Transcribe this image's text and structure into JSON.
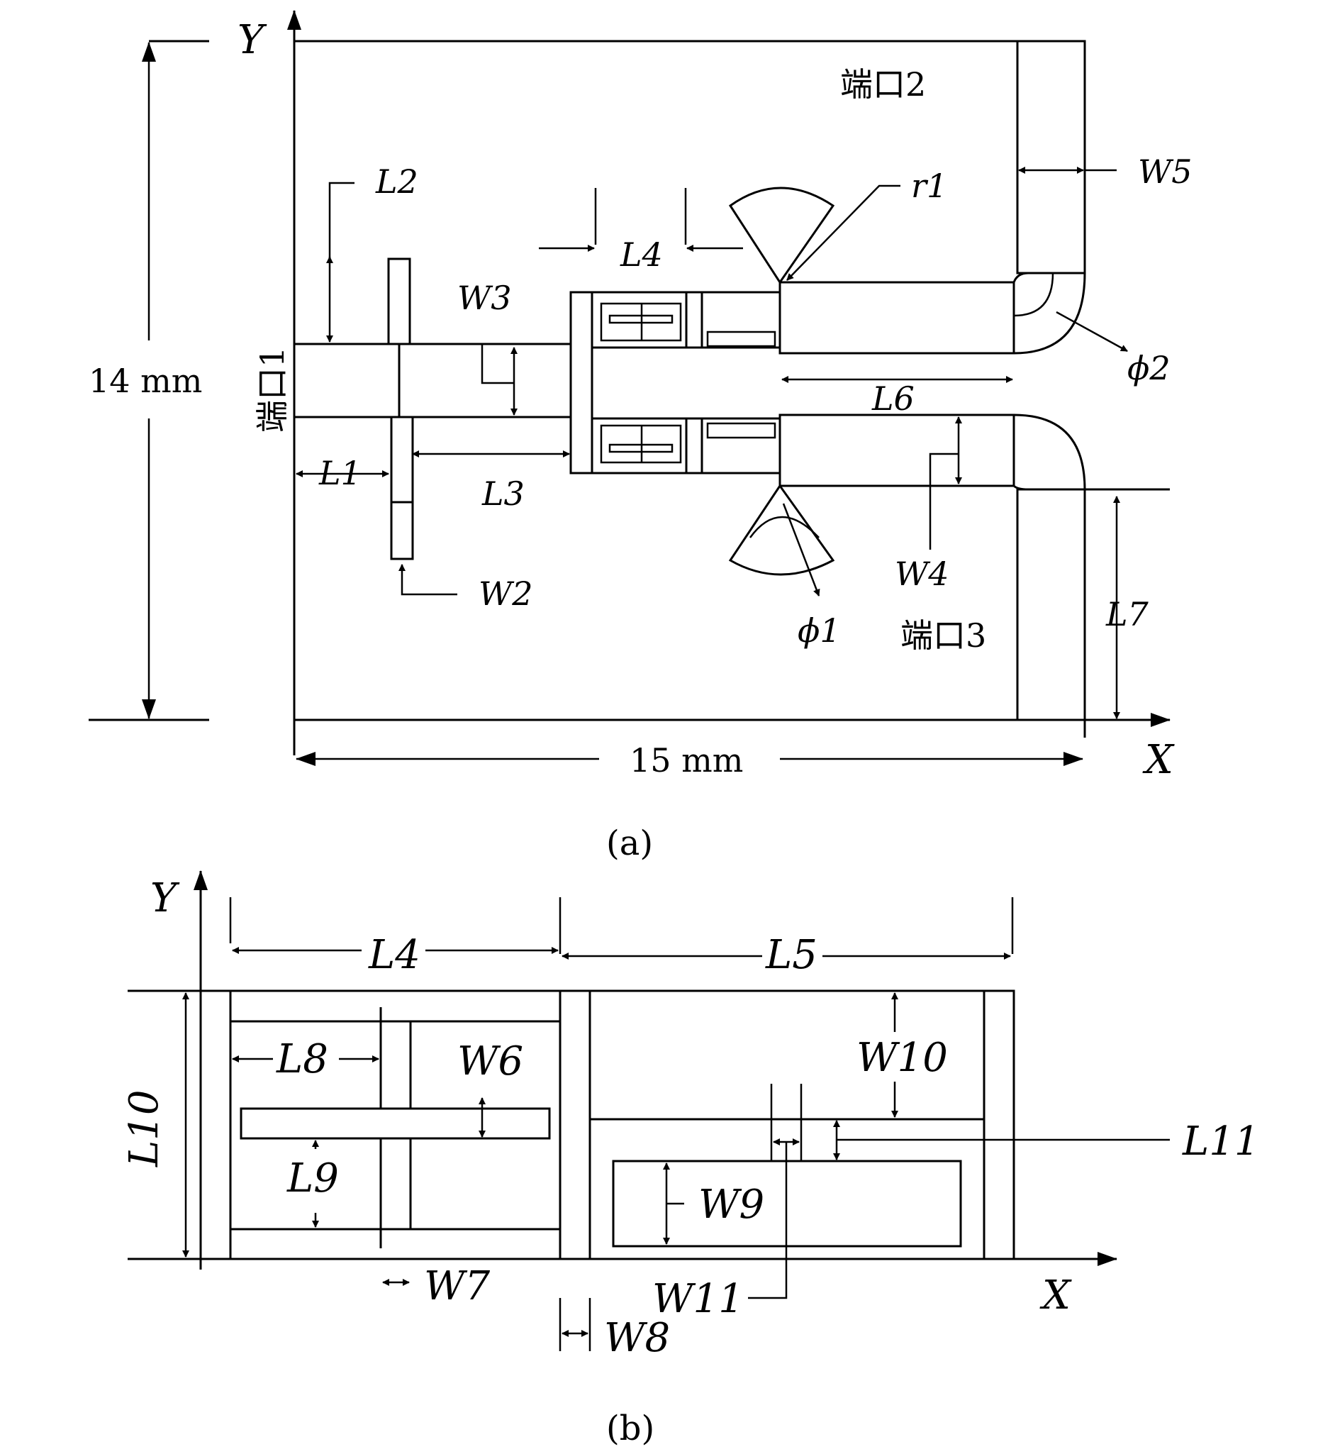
{
  "figure_a": {
    "caption": "(a)",
    "axis_y": "Y",
    "axis_x": "X",
    "dim_height": "14 mm",
    "dim_width": "15 mm",
    "port1": "端口1",
    "port2": "端口2",
    "port3": "端口3",
    "labels": {
      "L1": "L1",
      "L2": "L2",
      "L3": "L3",
      "L4": "L4",
      "L6": "L6",
      "L7": "L7",
      "W2": "W2",
      "W3": "W3",
      "W4": "W4",
      "W5": "W5",
      "r1": "r1",
      "phi1": "ϕ1",
      "phi2": "ϕ2"
    }
  },
  "figure_b": {
    "caption": "(b)",
    "axis_y": "Y",
    "axis_x": "X",
    "labels": {
      "L4": "L4",
      "L5": "L5",
      "L8": "L8",
      "L9": "L9",
      "L10": "L10",
      "L11": "L11",
      "W6": "W6",
      "W7": "W7",
      "W8": "W8",
      "W9": "W9",
      "W10": "W10",
      "W11": "W11"
    }
  }
}
